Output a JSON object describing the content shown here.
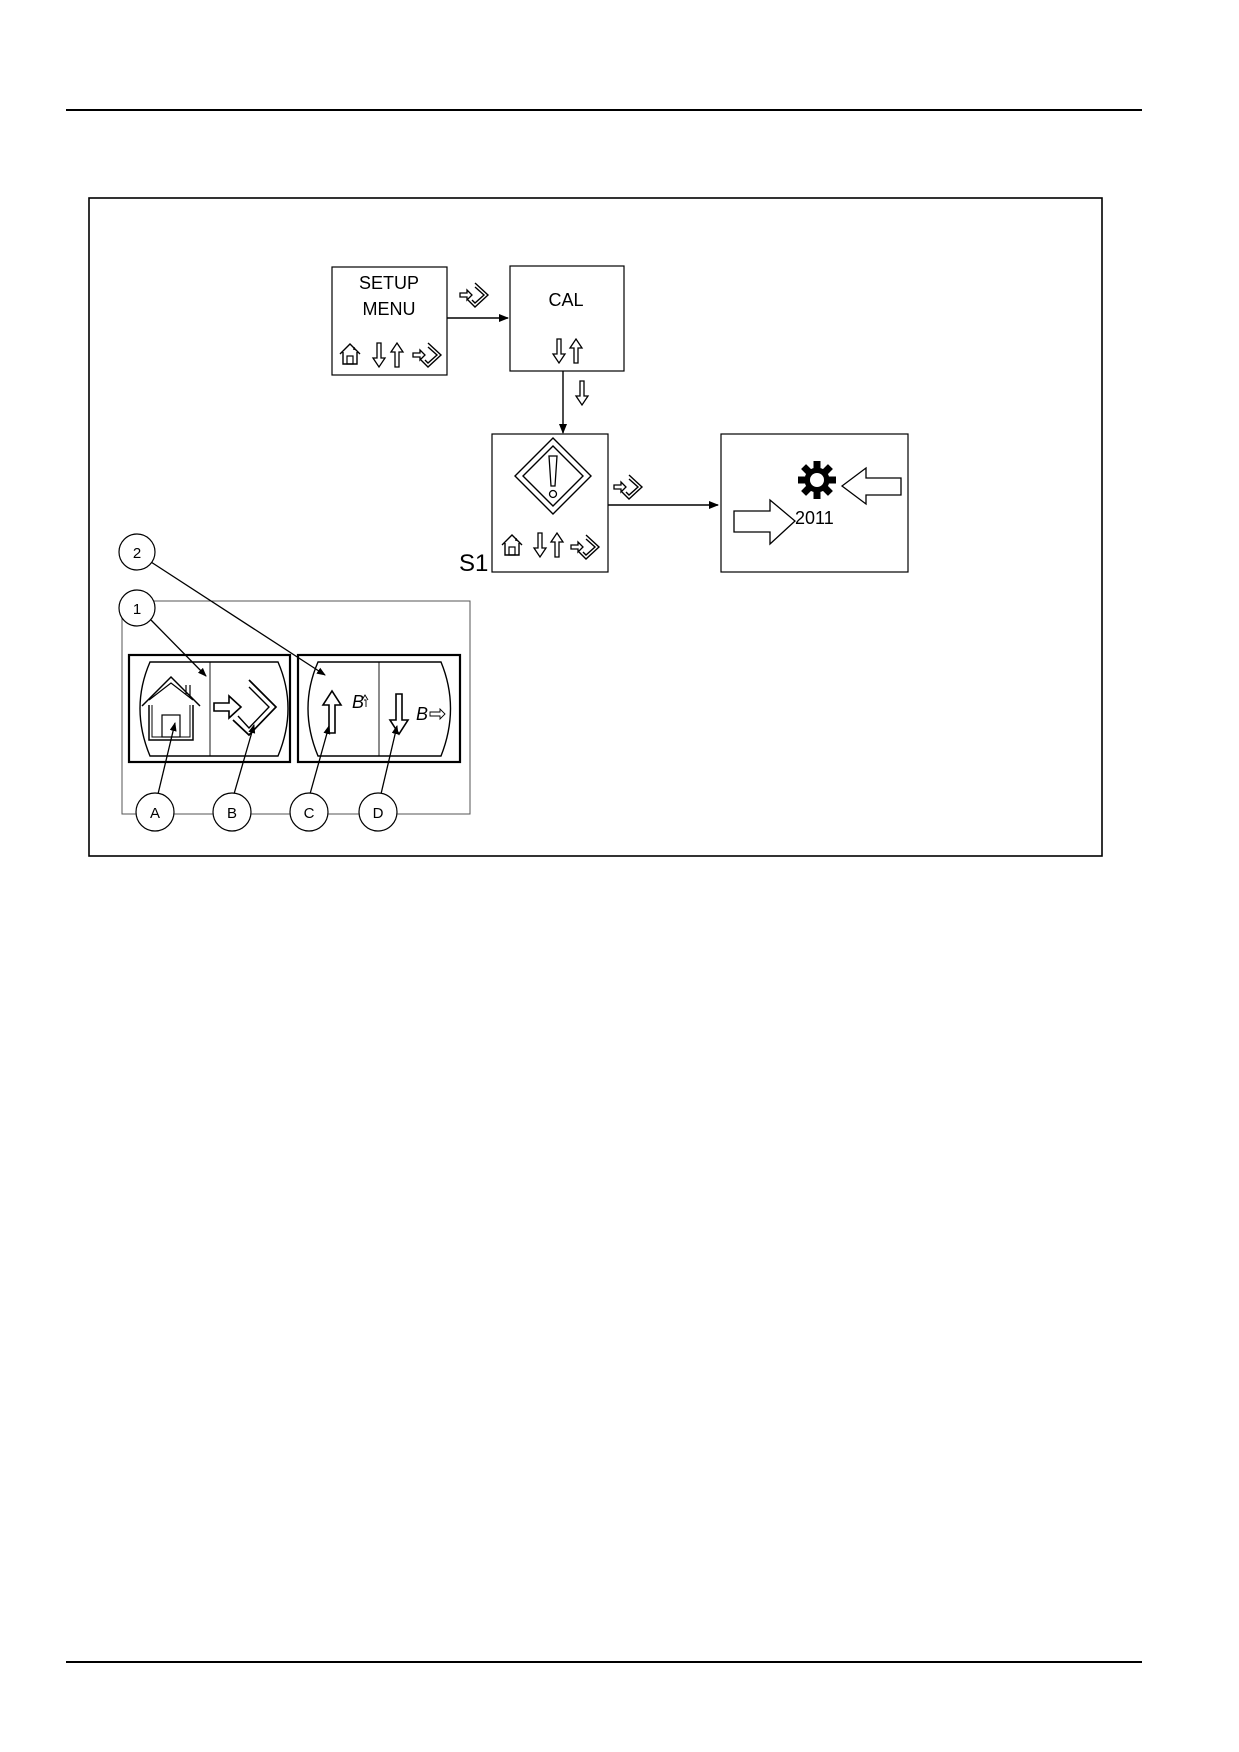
{
  "flow": {
    "setup_menu_line1": "SETUP",
    "setup_menu_line2": "MENU",
    "cal_label": "CAL",
    "step_label": "S1",
    "year_label": "2011"
  },
  "keypad": {
    "callouts": [
      "1",
      "2"
    ],
    "button_letters": [
      "A",
      "B",
      "C",
      "D"
    ],
    "up_key_tag": "B",
    "down_key_tag": "B"
  },
  "icons": [
    "home-icon",
    "enter-icon",
    "up-arrow-icon",
    "down-arrow-icon",
    "warning-diamond-icon",
    "gear-icon",
    "arrow-right-icon",
    "arrow-left-icon"
  ]
}
